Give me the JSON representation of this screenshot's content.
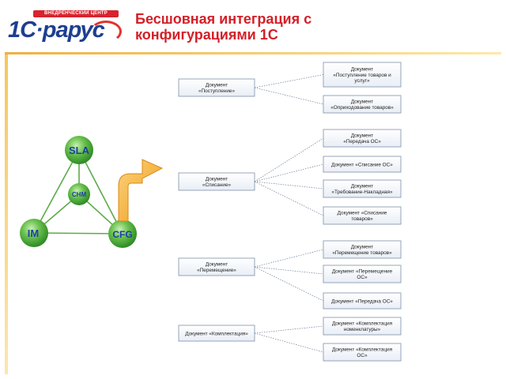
{
  "logo": {
    "top_strip": "ВНЕДРЕНЧЕСКИЙ ЦЕНТР",
    "wordmark": "1С·рарус"
  },
  "header": {
    "title_line1": "Бесшовная интеграция с",
    "title_line2": "конфигурациями 1С"
  },
  "triangle": {
    "nodes": {
      "top": "SLA",
      "center": "CHM",
      "left": "IM",
      "right": "CFG"
    },
    "colors": {
      "node": "#4caa3a",
      "edge": "#5daa4a"
    }
  },
  "arrow": {
    "color": "#f5a623"
  },
  "groups": [
    {
      "source": [
        "Документ",
        "«Поступление»"
      ],
      "targets": [
        [
          "Документ",
          "«Поступление товаров и",
          "услуг»"
        ],
        [
          "Документ",
          "«Оприходование товаров»"
        ]
      ]
    },
    {
      "source": [
        "Документ",
        "«Списание»"
      ],
      "targets": [
        [
          "Документ",
          "«Передача ОС»"
        ],
        [
          "Документ «Списание ОС»"
        ],
        [
          "Документ",
          "«Требование-Накладная»"
        ],
        [
          "Документ «Списание",
          "товаров»"
        ]
      ]
    },
    {
      "source": [
        "Документ",
        "«Перемещение»"
      ],
      "targets": [
        [
          "Документ",
          "«Перемещение товаров»"
        ],
        [
          "Документ «Перемещение",
          "ОС»"
        ],
        [
          "Документ «Передача ОС»"
        ]
      ]
    },
    {
      "source": [
        "Документ «Комплектация»"
      ],
      "targets": [
        [
          "Документ «Комплектация",
          "номенклатуры»"
        ],
        [
          "Документ «Комплектация",
          "ОС»"
        ]
      ]
    }
  ]
}
